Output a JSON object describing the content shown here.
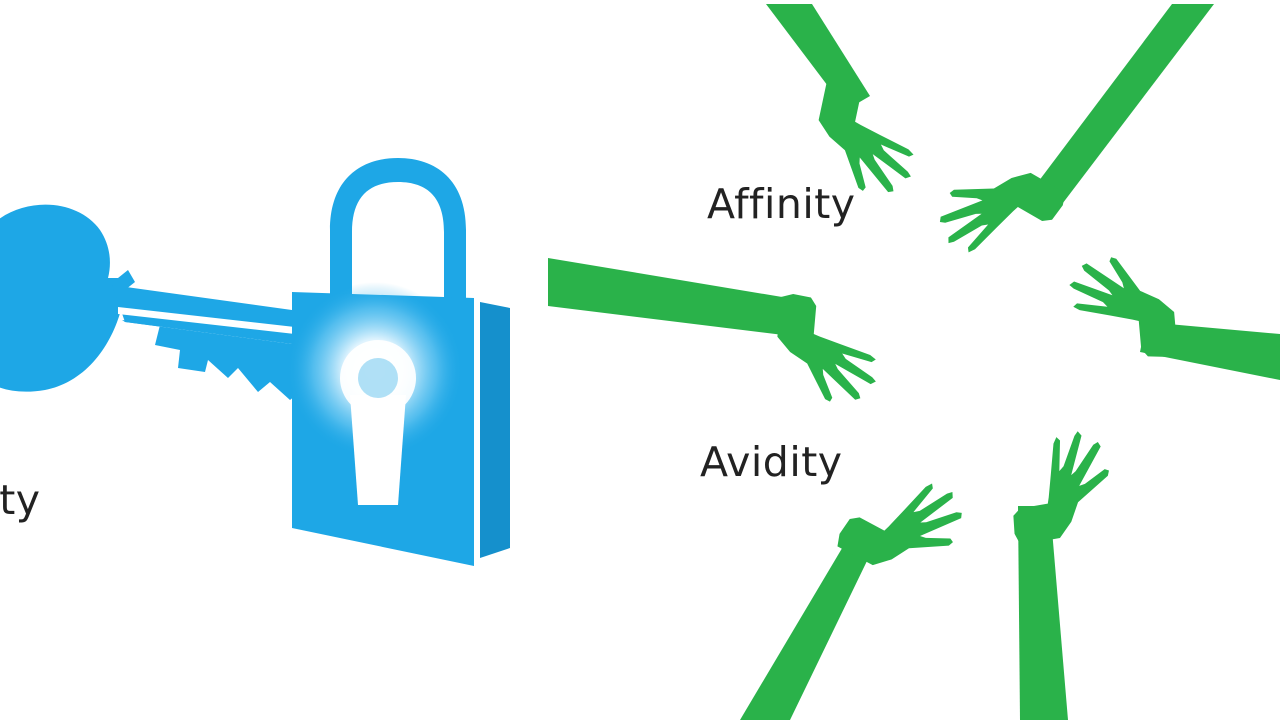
{
  "labels": {
    "left": "Affinity",
    "right_top": "Affinity",
    "right_bottom": "Avidity"
  },
  "colors": {
    "background": "#ffffff",
    "lock_blue": "#1ea7e6",
    "lock_dark": "#1590cc",
    "hands_green": "#2ab24a",
    "text": "#222222"
  },
  "icons": [
    "key-icon",
    "padlock-icon",
    "keyhole-icon",
    "hand-icon"
  ]
}
